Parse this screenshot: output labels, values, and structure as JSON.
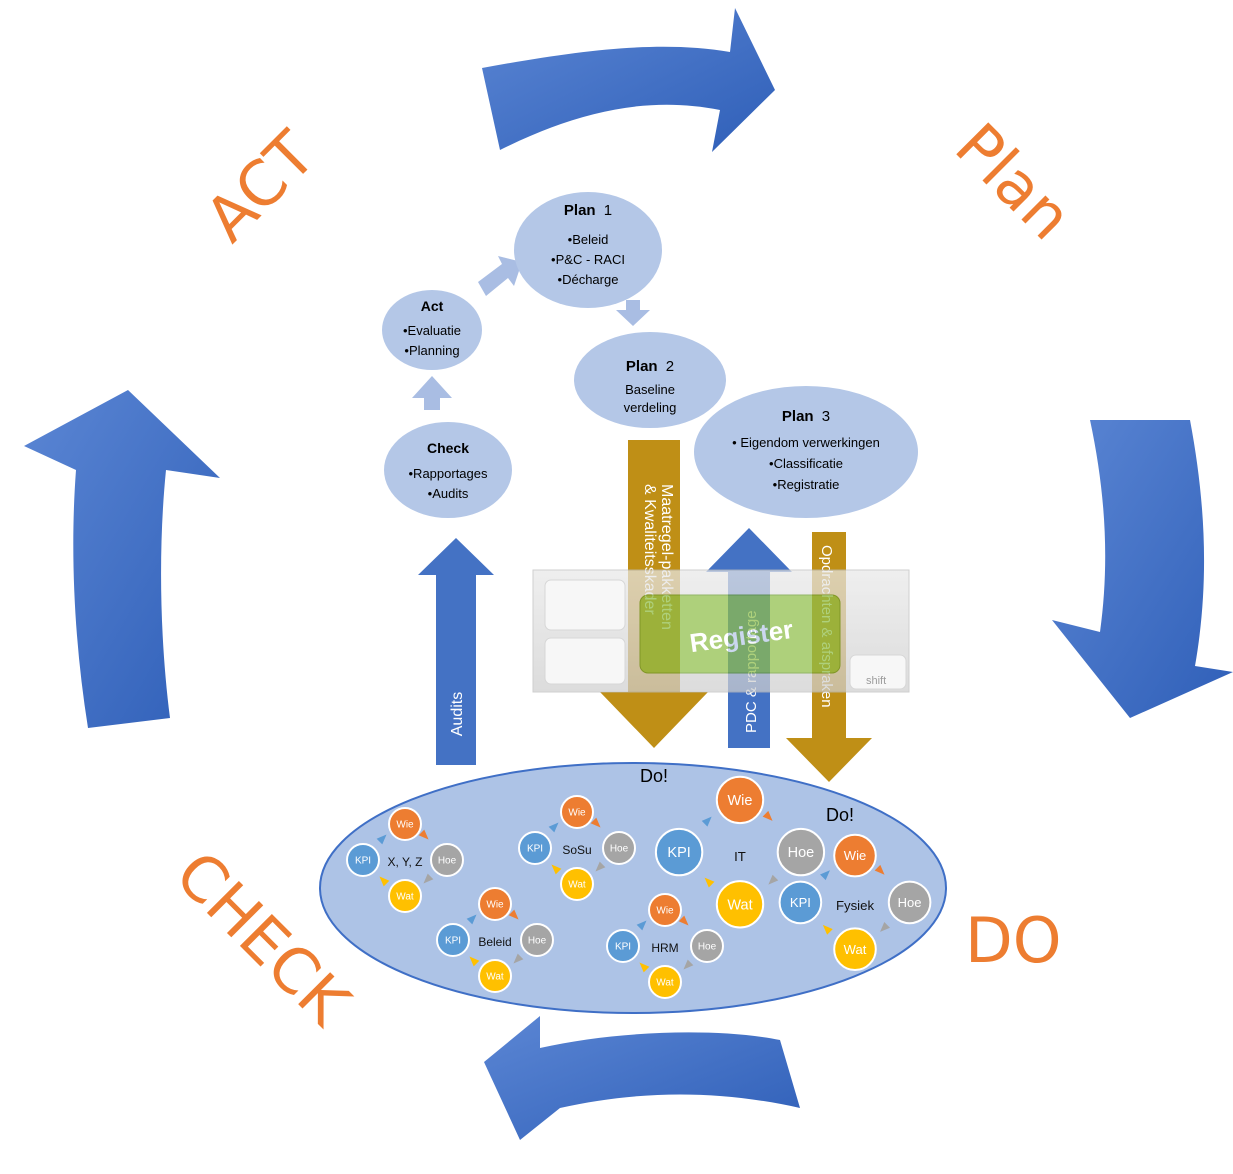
{
  "phases": {
    "act": "ACT",
    "plan": "Plan",
    "check": "CHECK",
    "do": "DO"
  },
  "nodes": {
    "plan1": {
      "title": "Plan",
      "num": "1",
      "items": [
        "•Beleid",
        "•P&C - RACI",
        "•Décharge"
      ]
    },
    "act": {
      "title": "Act",
      "items": [
        "•Evaluatie",
        "•Planning"
      ]
    },
    "plan2": {
      "title": "Plan",
      "num": "2",
      "items": [
        "Baseline",
        "verdeling"
      ]
    },
    "plan3": {
      "title": "Plan",
      "num": "3",
      "items": [
        "•  Eigendom verwerkingen",
        "•Classificatie",
        "•Registratie"
      ]
    },
    "check": {
      "title": "Check",
      "items": [
        "•Rapportages",
        "•Audits"
      ]
    }
  },
  "arrows": {
    "audits": "Audits",
    "maatregel_line1": "Maatregel-pakketten",
    "maatregel_line2": "& Kwaliteitsskader",
    "pdc": "PDC & rapportage",
    "opdrachten": "Opdrachten & afspraken"
  },
  "keyboard": {
    "key_label": "Register",
    "shift": "shift"
  },
  "do_area": {
    "do_label_1": "Do!",
    "do_label_2": "Do!",
    "clusters": [
      {
        "center": "X, Y, Z",
        "wie": "Wie",
        "hoe": "Hoe",
        "wat": "Wat",
        "kpi": "KPI"
      },
      {
        "center": "SoSu",
        "wie": "Wie",
        "hoe": "Hoe",
        "wat": "Wat",
        "kpi": "KPI"
      },
      {
        "center": "IT",
        "wie": "Wie",
        "hoe": "Hoe",
        "wat": "Wat",
        "kpi": "KPI"
      },
      {
        "center": "Beleid",
        "wie": "Wie",
        "hoe": "Hoe",
        "wat": "Wat",
        "kpi": "KPI"
      },
      {
        "center": "HRM",
        "wie": "Wie",
        "hoe": "Hoe",
        "wat": "Wat",
        "kpi": "KPI"
      },
      {
        "center": "Fysiek",
        "wie": "Wie",
        "hoe": "Hoe",
        "wat": "Wat",
        "kpi": "KPI"
      }
    ]
  },
  "colors": {
    "cycle_arrow": "#3f6fc6",
    "node_fill": "#b4c7e7",
    "do_ellipse": "#adc3e6",
    "gold_arrow": "#bf8f16",
    "phase_text": "#ed7d31",
    "wie": "#ed7d31",
    "hoe": "#a5a5a5",
    "wat": "#ffc000",
    "kpi": "#5b9bd5"
  }
}
